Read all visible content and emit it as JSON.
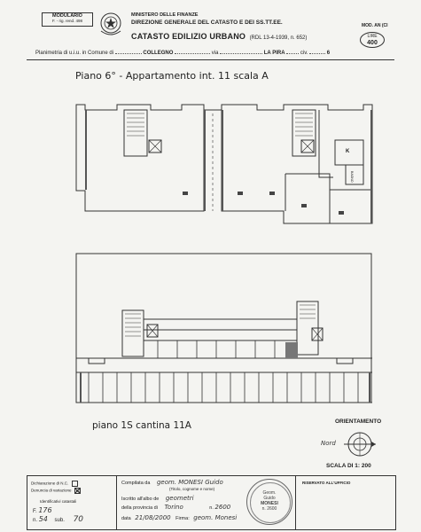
{
  "header": {
    "modulario_line1": "MODULARIO",
    "modulario_line2": "F. - rig. rend. 498",
    "ministry": "MINISTERO DELLE FINANZE",
    "direction": "DIREZIONE GENERALE DEL CATASTO E DEI SS.TT.EE.",
    "catasto": "CATASTO EDILIZIO URBANO",
    "rdl": "(RDL 13-4-1939, n. 652)",
    "mod": "MOD. AN (CI",
    "lire_label": "LIRE",
    "lire_value": "400",
    "planimetria_label": "Planimetria di u.i.u. in Comune di",
    "comune": "COLLEGNO",
    "via_label": "via",
    "via": "LA PIRA",
    "civ_label": "civ.",
    "civ": "6"
  },
  "plans": {
    "title_top": "Piano 6° - Appartamento int. 11 scala A",
    "title_bottom": "piano 1S cantina 11A",
    "room_k": "K",
    "room_bagno": "BAGNO"
  },
  "orientation": {
    "label": "ORIENTAMENTO",
    "nord": "Nord",
    "scale": "SCALA DI 1: 200"
  },
  "footer": {
    "dichiarazione": "Dichiarazione di N.C.",
    "denuncia": "Denuncia di variazione",
    "identificativi": "Identificativi catastali",
    "foglio_label": "F.",
    "foglio": "176",
    "numero_label": "n.",
    "numero": "54",
    "sub_label": "sub.",
    "sub": "70",
    "compilata_label": "Compilata da",
    "compilata": "geom. MONESI Guido",
    "titolo_hint": "(Titolo, cognome e nome)",
    "iscritto_label": "Iscritto all'albo de",
    "albo": "geometri",
    "provincia_label": "della provincia di",
    "provincia": "Torino",
    "n_label": "n.",
    "n_albo": "2600",
    "data_label": "data",
    "data": "21/08/2000",
    "firma_label": "Firma:",
    "firma": "geom. Monesi",
    "stamp_line1": "Geom.",
    "stamp_line2": "Guido",
    "stamp_line3": "MONESI",
    "stamp_line4": "n. 2600",
    "riservato": "RISERVATO ALL'UFFICIO"
  }
}
